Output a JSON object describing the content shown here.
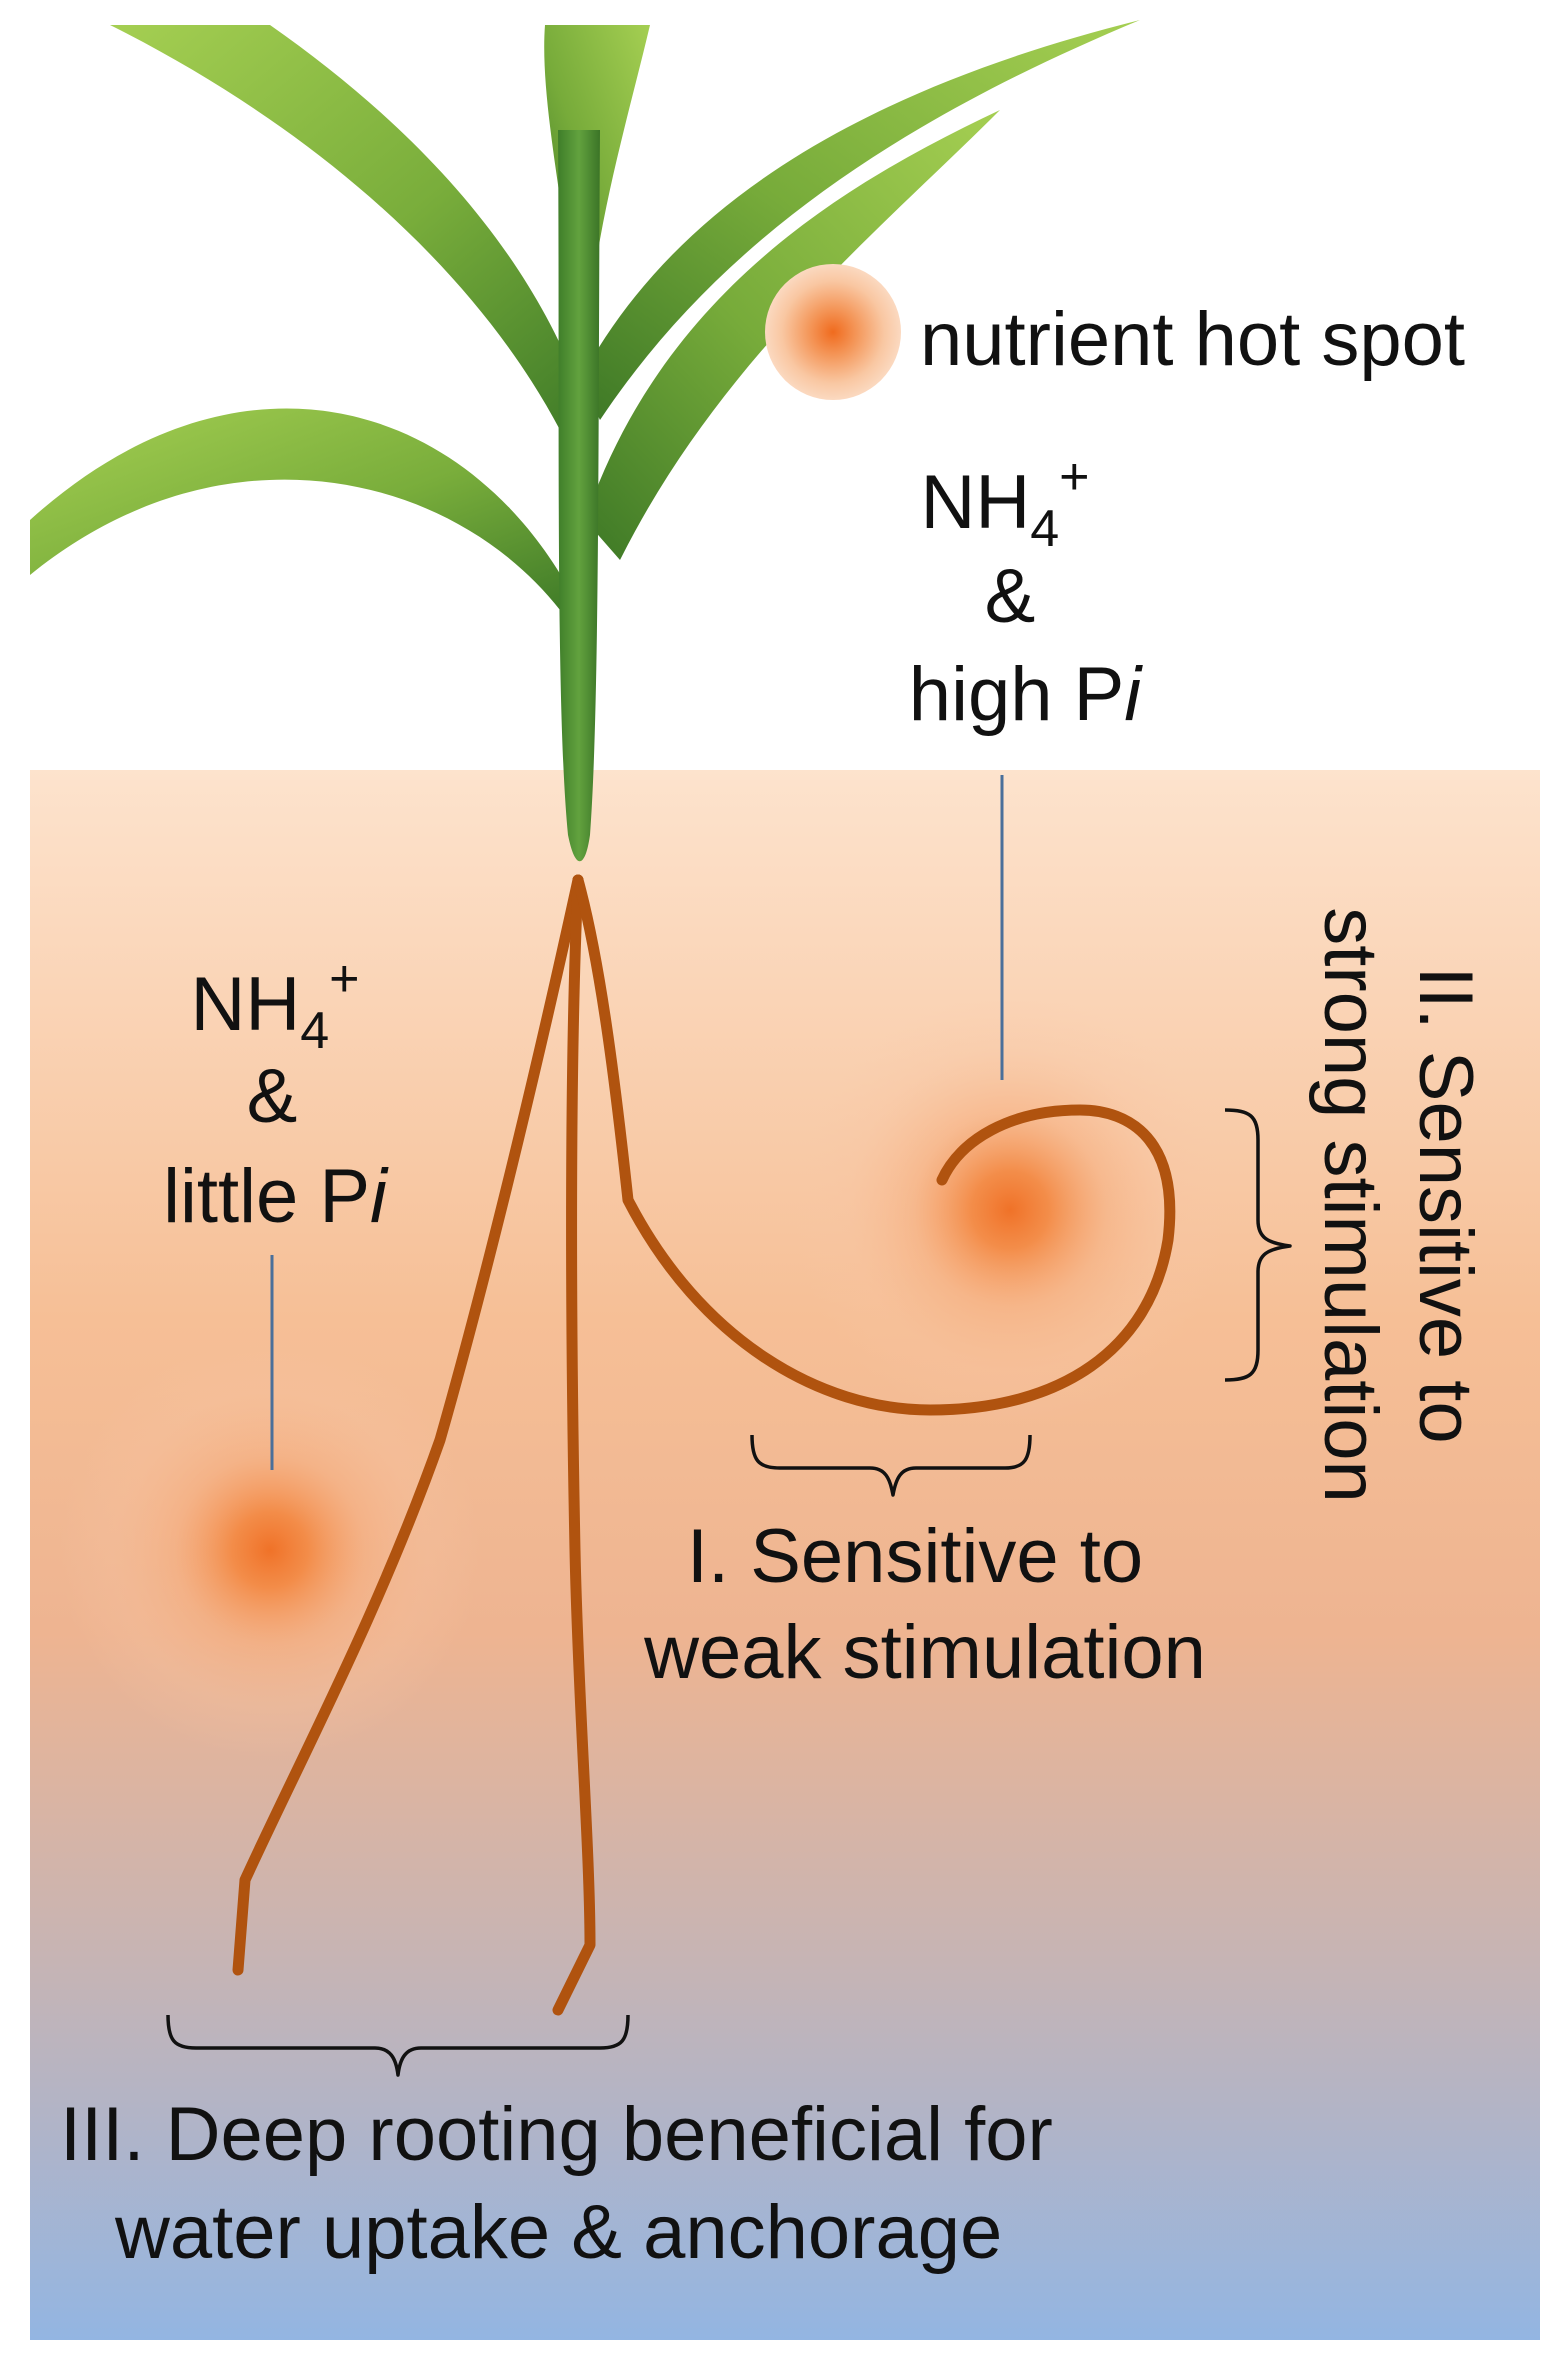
{
  "legend": {
    "hot_spot_label": "nutrient hot spot",
    "hot_spot_icon": "nutrient-hot-spot-icon"
  },
  "hot_spot_high": {
    "line1_main": "NH",
    "line1_sub": "4",
    "line1_sup": "+",
    "line2": "&",
    "line3_main": "high P",
    "line3_italic": "i"
  },
  "hot_spot_low": {
    "line1_main": "NH",
    "line1_sub": "4",
    "line1_sup": "+",
    "line2": "&",
    "line3_main": "little P",
    "line3_italic": "i"
  },
  "zones": {
    "zone1": {
      "line1": "I. Sensitive to",
      "line2": "weak stimulation"
    },
    "zone2": {
      "line1": "II. Sensitive to",
      "line2": "strong stimulation"
    },
    "zone3": {
      "line1": "III. Deep rooting beneficial for",
      "line2": "water uptake & anchorage"
    }
  },
  "colors": {
    "leaf_light": "#9cc94a",
    "leaf_dark": "#3f7f27",
    "stem": "#4f8e34",
    "root": "#b0530f",
    "soil_top": "#fbe0c8",
    "soil_mid": "#f4b589",
    "soil_bottom": "#95b5e0",
    "hot_spot_core": "#f07a2d",
    "leader_line": "#4a6f9a"
  }
}
